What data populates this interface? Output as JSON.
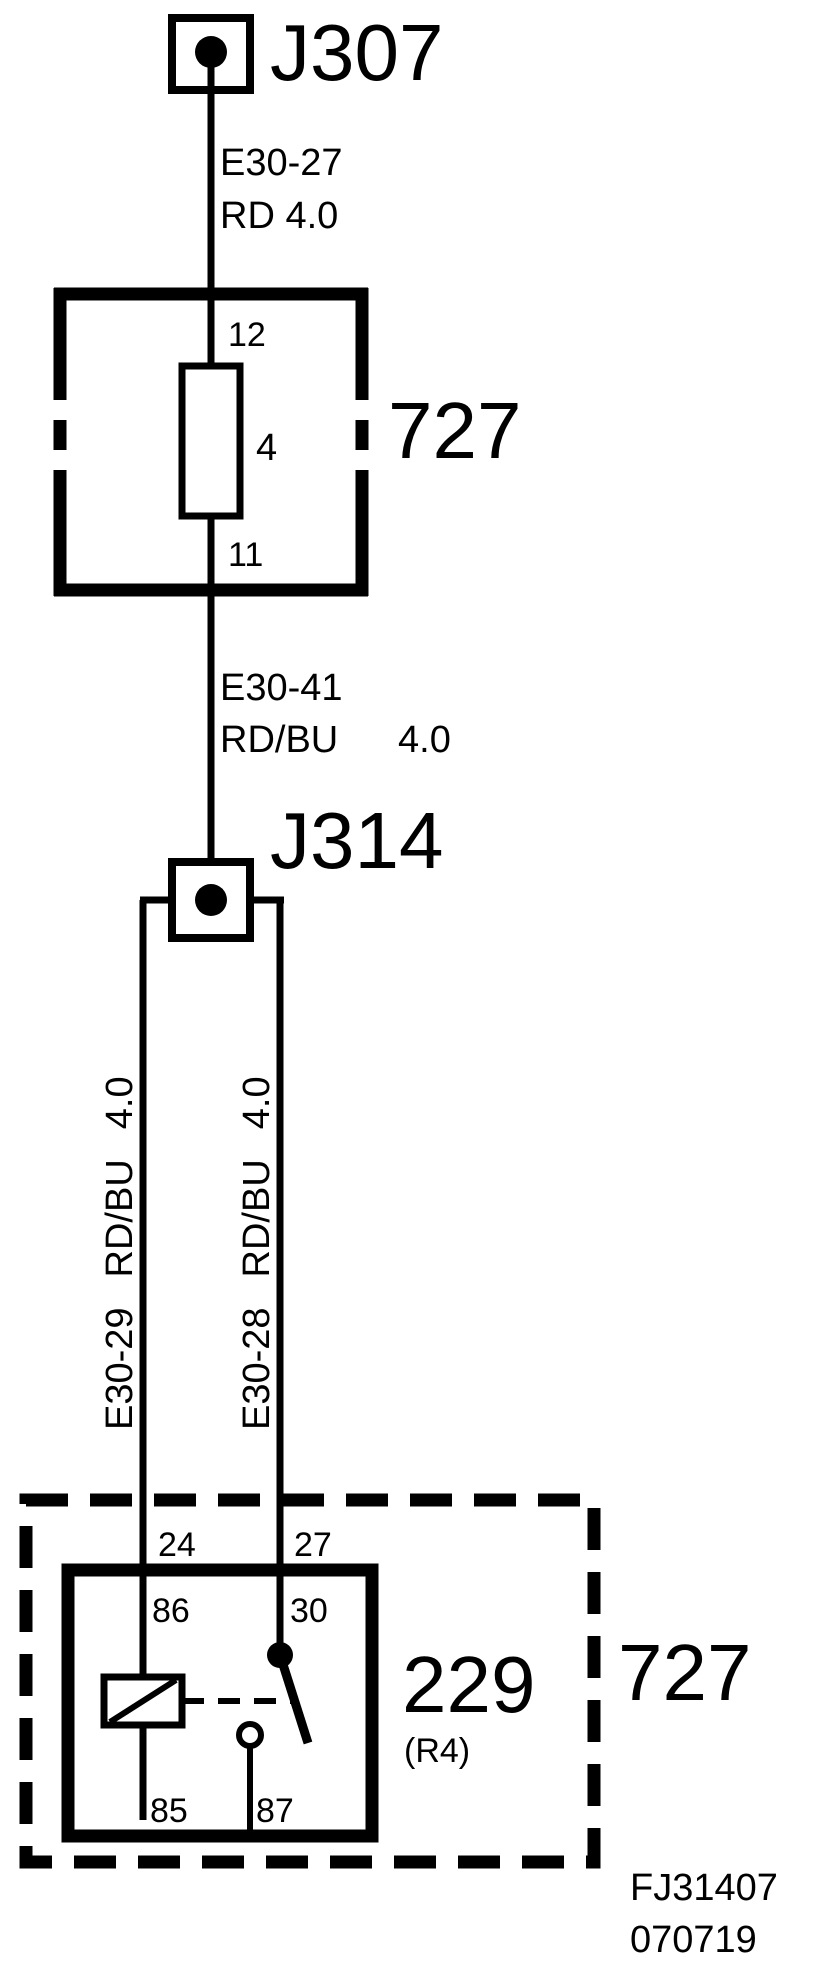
{
  "connectors": {
    "top": "J307",
    "junction": "J314"
  },
  "wires": {
    "top": {
      "id": "E30-27",
      "spec": "RD 4.0"
    },
    "mid": {
      "id": "E30-41",
      "color": "RD/BU",
      "size": "4.0"
    },
    "left": {
      "id": "E30-29",
      "color": "RD/BU",
      "size": "4.0"
    },
    "right": {
      "id": "E30-28",
      "color": "RD/BU",
      "size": "4.0"
    }
  },
  "fuse_box": {
    "label": "727",
    "fuse_number": "4",
    "pin_in": "12",
    "pin_out": "11"
  },
  "relay_box": {
    "label": "727",
    "pin_left": "24",
    "pin_right": "27"
  },
  "relay": {
    "number": "229",
    "sub": "(R4)",
    "pins": {
      "p86": "86",
      "p30": "30",
      "p85": "85",
      "p87": "87"
    }
  },
  "footer": {
    "code": "FJ31407",
    "date": "070719"
  }
}
